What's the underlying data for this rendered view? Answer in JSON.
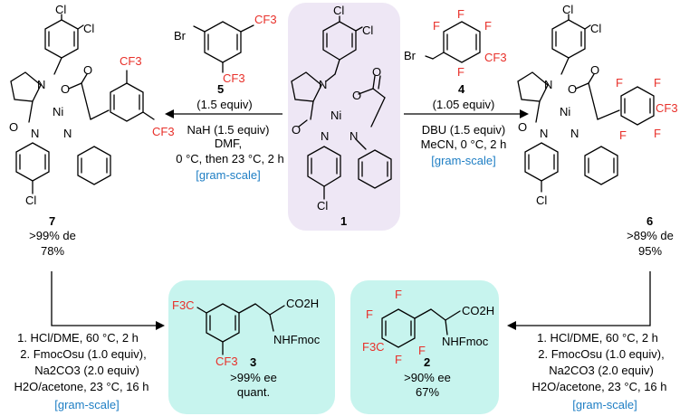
{
  "colors": {
    "compound1_box": "#eee7f5",
    "product_box": "#c7f4ee",
    "fluorine": "#e8302a",
    "gram_scale": "#1e7ec4"
  },
  "compounds": {
    "c1": {
      "number": "1"
    },
    "c4": {
      "number": "4",
      "equiv": "(1.05 equiv)"
    },
    "c5": {
      "number": "5",
      "equiv": "(1.5 equiv)"
    },
    "c6": {
      "number": "6",
      "de": ">89% de",
      "yield": "95%"
    },
    "c7": {
      "number": "7",
      "de": ">99% de",
      "yield": "78%"
    },
    "c3": {
      "number": "3",
      "ee": ">99% ee",
      "yield": "quant."
    },
    "c2": {
      "number": "2",
      "ee": ">90% ee",
      "yield": "67%"
    }
  },
  "conditions": {
    "left_alkylation": [
      "NaH (1.5 equiv)",
      "DMF,",
      "0 °C, then 23 °C, 2 h"
    ],
    "right_alkylation": [
      "DBU (1.5 equiv)",
      "MeCN, 0 °C, 2 h"
    ],
    "deprotection": [
      "1. HCl/DME, 60 °C, 2 h",
      "2. FmocOsu (1.0 equiv),",
      "Na2CO3 (2.0 equiv)",
      "H2O/acetone, 23 °C, 16 h"
    ],
    "gram_scale": "[gram-scale]"
  },
  "atoms": {
    "Cl": "Cl",
    "N": "N",
    "Ni": "Ni",
    "O": "O",
    "Br": "Br",
    "F": "F",
    "CF3": "CF3",
    "F3C": "F3C",
    "CO2H": "CO2H",
    "NHFmoc": "NHFmoc"
  }
}
